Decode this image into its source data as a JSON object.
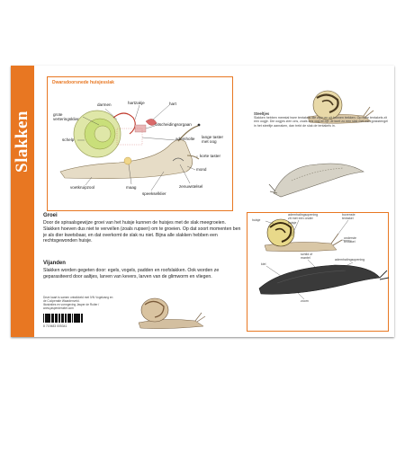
{
  "side_title": "Slakken",
  "cross_section": {
    "title": "Dwarsdoorsnede huisjesslak",
    "labels": {
      "darmen": "darmen",
      "hartzakje": "hartzakje",
      "hart": "hart",
      "grote": "grote\nverteringsklier",
      "uitscheiding": "uitscheidingsorgaan",
      "adem": "ademholte",
      "lange": "lange taster\nmet oog",
      "schelp": "schelp",
      "mond": "mond",
      "korte": "korte taster",
      "voetkruipzool": "voetkruipzool",
      "maag": "maag",
      "speeksel": "speekselklier",
      "zenuw": "zenuwstelsel"
    }
  },
  "steeltjes": {
    "heading": "Steeltjes",
    "text": "Slakken hebben meestal twee tentakels die zij in en uit kunnen trekken. Op twee tentakels zit een oogje. Die oogjes zien ons, zoals ons oog en lijf. Je kunt zo een slak met een grasstengel in het steeltje aanraken, dan trekt de slak de tentakels in."
  },
  "groei": {
    "heading": "Groei",
    "text": "Door de spiraalsgewijze groei van het huisje kunnen de huisjes met de slak meegroeien. Slakken hoeven dus niet te vervellen (zoals rupsen) om te groeien. Op dat soort momenten ben je als dier kwetsbaar, en dat overkomt de slak nu niet. Bijna alle slakken hebben een rechtsgewonden huisje."
  },
  "vijanden": {
    "heading": "Vijanden",
    "text": "Slakken worden gegeten door: egels, vogels, padden en roofslakken. Ook worden ze geparasiteerd door aaltjes, larven van kevers, larven van de glimworm en vliegen."
  },
  "credits": "Deze kaart is samen ontwikkeld met IVN Vogelzang en de Coöperatie Waardenveld.\nIllustraties en vormgeving Jasper de Ruiter / www.jasperderuiter.com",
  "barcode_number": "8 719483 005341",
  "anatomy_box": {
    "huisje": "huisje",
    "adem": "ademhalingsopening\nzit met een onder\nhuisje",
    "boven": "bovenste\ntentakel",
    "onder": "onderste\ntentakel",
    "kiel": "kiel",
    "schild": "schild of\nmantel",
    "adem2": "ademhalingsopening",
    "zoom": "zoom"
  },
  "colors": {
    "accent": "#e87722"
  }
}
